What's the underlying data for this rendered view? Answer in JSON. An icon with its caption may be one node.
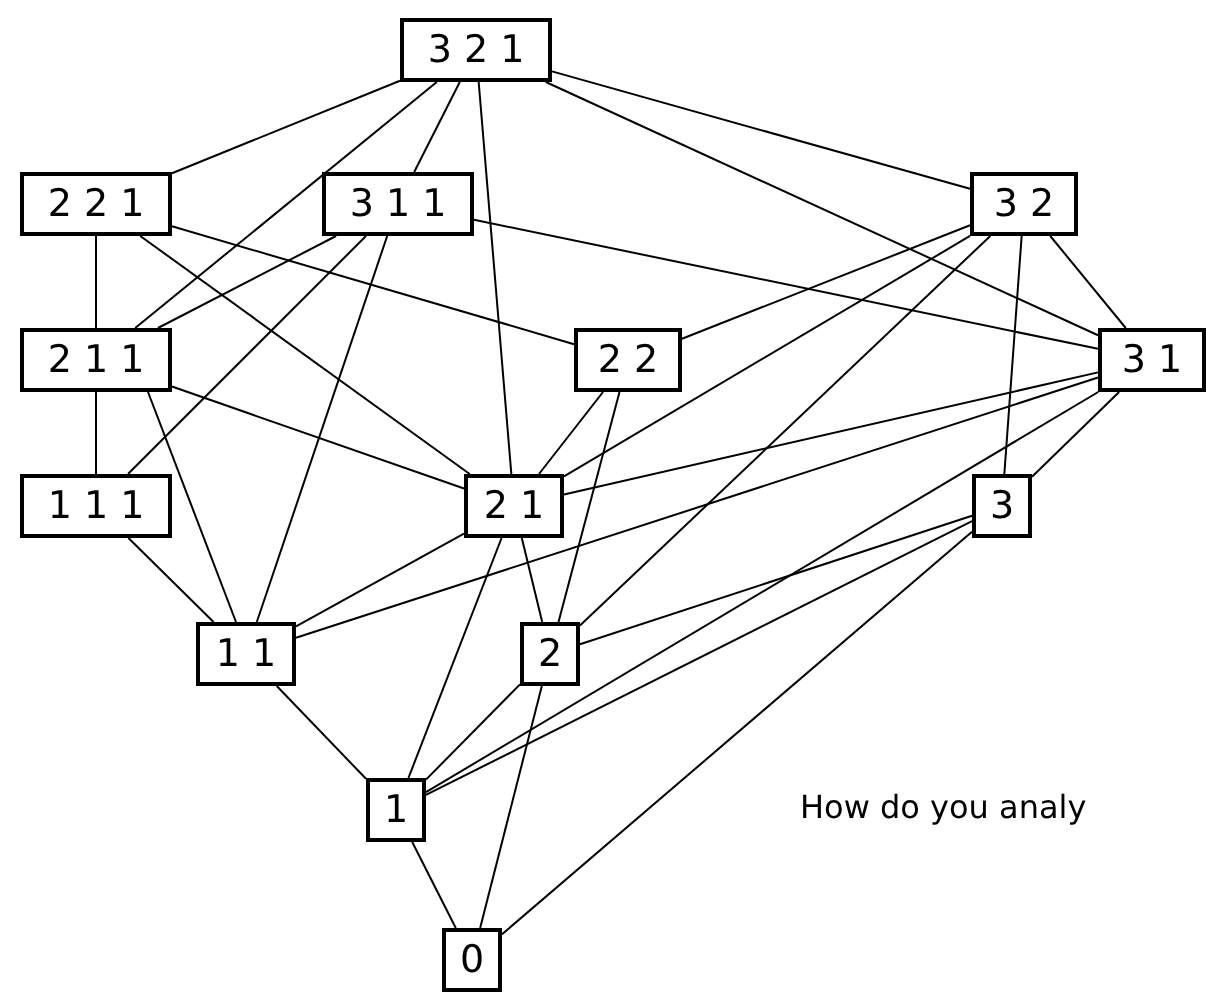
{
  "diagram": {
    "nodes": [
      {
        "text": [
          "3 2 1"
        ]
      },
      {
        "text": [
          "2 2 1"
        ]
      },
      {
        "text": [
          "3 1 1"
        ]
      },
      {
        "text": [
          "3 2"
        ]
      },
      {
        "text": [
          "2 1 1"
        ]
      },
      {
        "text": [
          "2 2"
        ]
      },
      {
        "text": [
          "3 1"
        ]
      },
      {
        "text": [
          "1 1 1"
        ]
      },
      {
        "text": [
          "2 1"
        ]
      },
      {
        "text": [
          "3"
        ]
      },
      {
        "text": [
          "1 1"
        ]
      },
      {
        "text": [
          "2"
        ]
      },
      {
        "text": [
          "1"
        ]
      },
      {
        "text": [
          "0"
        ]
      }
    ],
    "edges": [
      {
        "from": 0,
        "to": 1,
        "arrow": "none"
      },
      {
        "from": 0,
        "to": 4,
        "arrow": "none"
      },
      {
        "from": 0,
        "to": 2,
        "arrow": "none"
      },
      {
        "from": 0,
        "to": 8,
        "arrow": "none"
      },
      {
        "from": 0,
        "to": 3,
        "arrow": "none"
      },
      {
        "from": 0,
        "to": 6,
        "arrow": "none"
      },
      {
        "from": 1,
        "to": 4,
        "arrow": "none"
      },
      {
        "from": 1,
        "to": 8,
        "arrow": "none"
      },
      {
        "from": 1,
        "to": 5,
        "arrow": "none"
      },
      {
        "from": 2,
        "to": 4,
        "arrow": "none"
      },
      {
        "from": 2,
        "to": 7,
        "arrow": "none"
      },
      {
        "from": 2,
        "to": 10,
        "arrow": "none"
      },
      {
        "from": 2,
        "to": 6,
        "arrow": "none"
      },
      {
        "from": 3,
        "to": 5,
        "arrow": "none"
      },
      {
        "from": 3,
        "to": 8,
        "arrow": "none"
      },
      {
        "from": 3,
        "to": 11,
        "arrow": "none"
      },
      {
        "from": 3,
        "to": 9,
        "arrow": "none"
      },
      {
        "from": 3,
        "to": 6,
        "arrow": "none"
      },
      {
        "from": 4,
        "to": 7,
        "arrow": "none"
      },
      {
        "from": 4,
        "to": 10,
        "arrow": "none"
      },
      {
        "from": 4,
        "to": 8,
        "arrow": "none"
      },
      {
        "from": 5,
        "to": 8,
        "arrow": "none"
      },
      {
        "from": 5,
        "to": 11,
        "arrow": "none"
      },
      {
        "from": 6,
        "to": 8,
        "arrow": "none"
      },
      {
        "from": 6,
        "to": 10,
        "arrow": "none"
      },
      {
        "from": 6,
        "to": 12,
        "arrow": "none"
      },
      {
        "from": 6,
        "to": 9,
        "arrow": "none"
      },
      {
        "from": 7,
        "to": 10,
        "arrow": "none"
      },
      {
        "from": 8,
        "to": 10,
        "arrow": "none"
      },
      {
        "from": 8,
        "to": 12,
        "arrow": "none"
      },
      {
        "from": 8,
        "to": 11,
        "arrow": "none"
      },
      {
        "from": 9,
        "to": 11,
        "arrow": "none"
      },
      {
        "from": 9,
        "to": 12,
        "arrow": "none"
      },
      {
        "from": 9,
        "to": 13,
        "arrow": "none"
      },
      {
        "from": 10,
        "to": 12,
        "arrow": "none"
      },
      {
        "from": 11,
        "to": 12,
        "arrow": "none"
      },
      {
        "from": 11,
        "to": 13,
        "arrow": "none"
      },
      {
        "from": 12,
        "to": 13,
        "arrow": "none"
      }
    ],
    "labels": [
      "How do you analy"
    ]
  }
}
